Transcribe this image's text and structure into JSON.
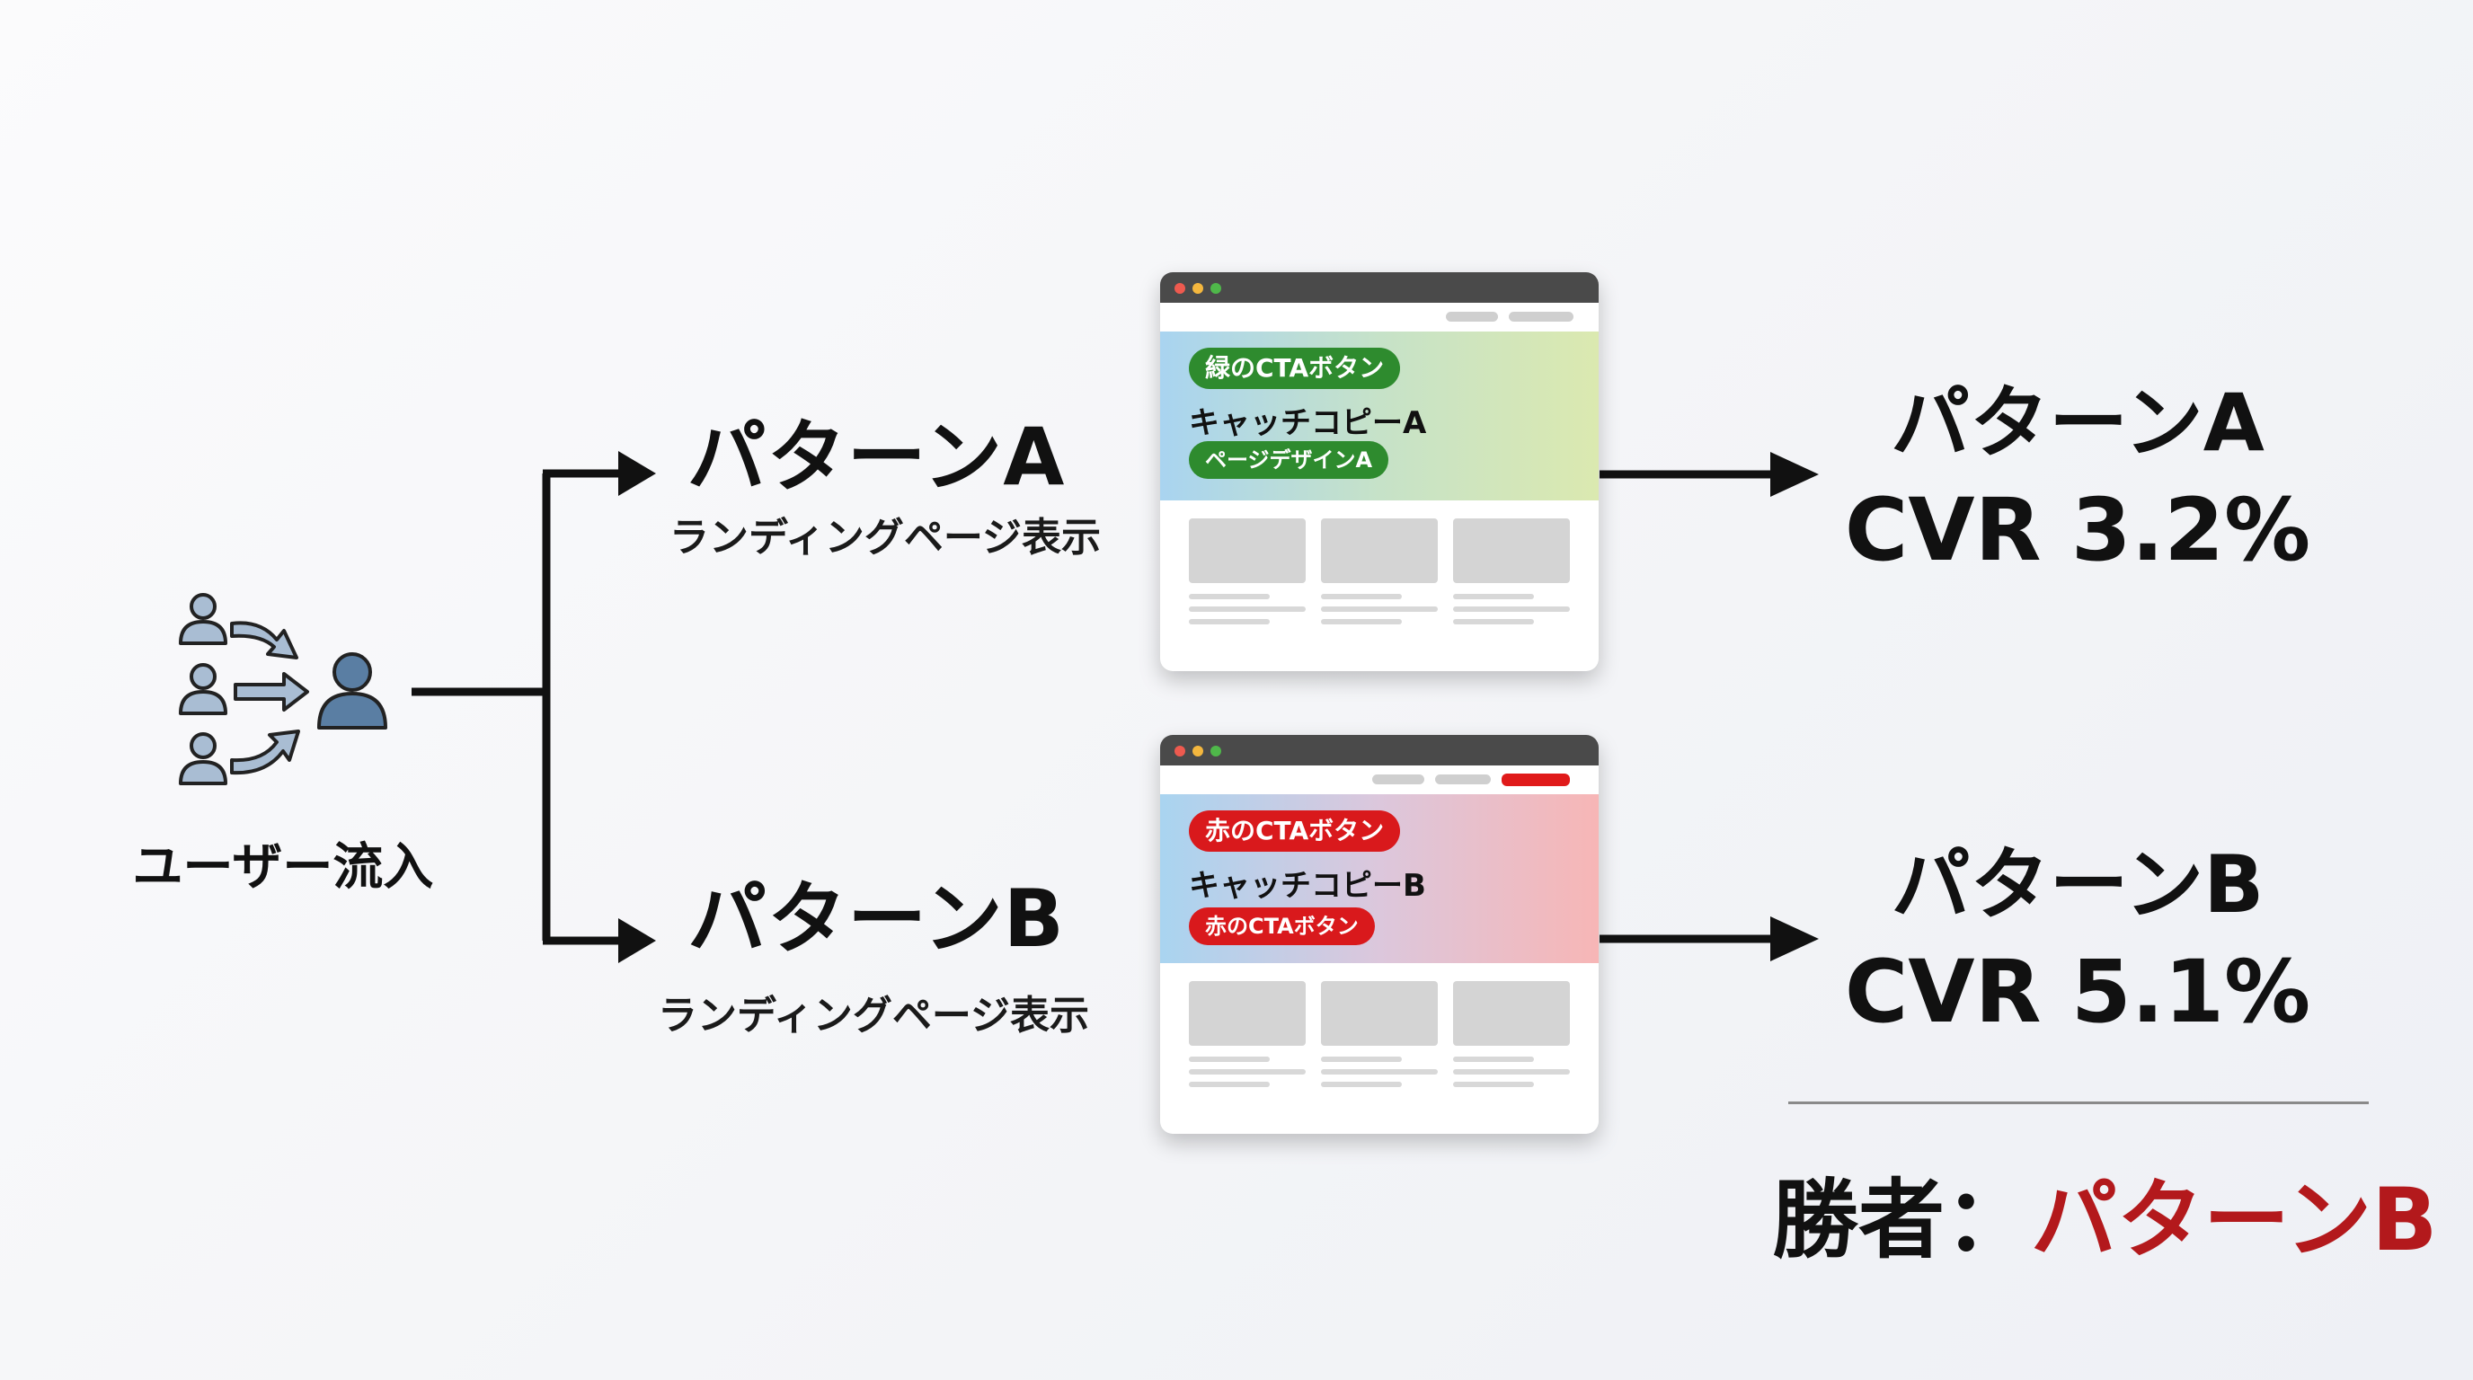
{
  "source": {
    "label": "ユーザー流入",
    "icon": "user-group-flow-icon"
  },
  "patterns": [
    {
      "title": "パターンA",
      "subtitle": "ランディングページ表示",
      "page": {
        "badge_top": "緑のCTAボタン",
        "catch_copy": "キャッチコピーA",
        "badge_bottom": "ページデザインA",
        "accent_color": "#2e8b2e",
        "hero_gradient": [
          "#a9d4f0",
          "#d8eab0"
        ]
      },
      "result_title": "パターンA",
      "result_cvr": "CVR 3.2%",
      "cvr_value": 3.2
    },
    {
      "title": "パターンB",
      "subtitle": "ランディングページ表示",
      "page": {
        "badge_top": "赤のCTAボタン",
        "catch_copy": "キャッチコピーB",
        "badge_bottom": "赤のCTAボタン",
        "accent_color": "#d9191c",
        "hero_gradient": [
          "#a9d4f0",
          "#f7b8b8"
        ]
      },
      "result_title": "パターンB",
      "result_cvr": "CVR 5.1%",
      "cvr_value": 5.1
    }
  ],
  "winner": {
    "label": "勝者：",
    "value": "パターンB",
    "color": "#b3191c"
  }
}
